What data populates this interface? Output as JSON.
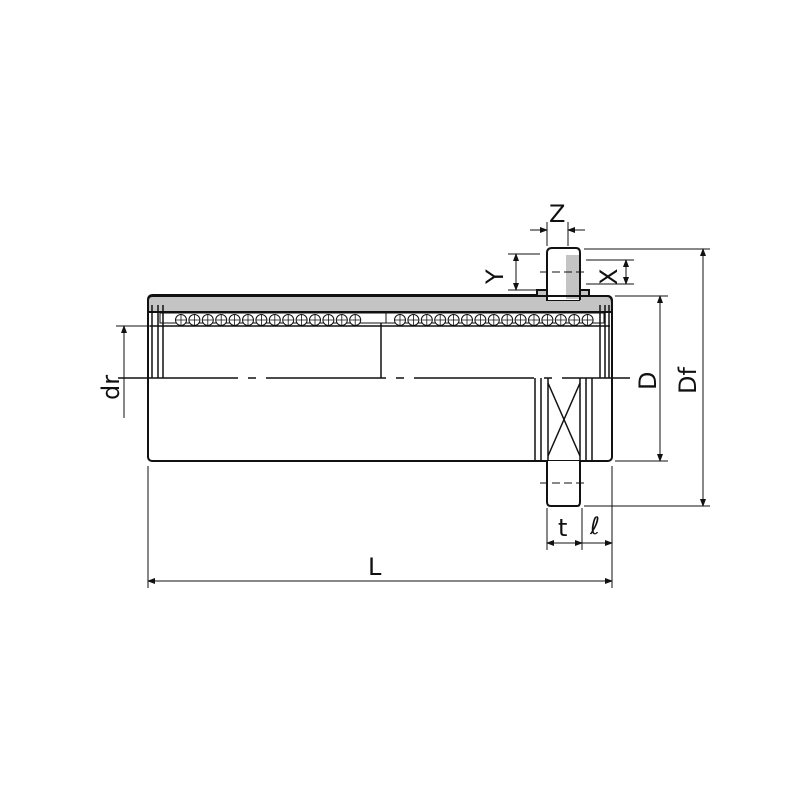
{
  "title": "Flanged linear bushing cross-section drawing",
  "dimensions": {
    "Z": "Z",
    "Y": "Y",
    "X": "X",
    "D": "D",
    "Df": "Df",
    "dr": "dr",
    "L": "L",
    "t": "t",
    "l": "ℓ"
  },
  "colors": {
    "housing": "#c4c4c4",
    "retainer": "#c8cde8",
    "line": "#111111"
  }
}
